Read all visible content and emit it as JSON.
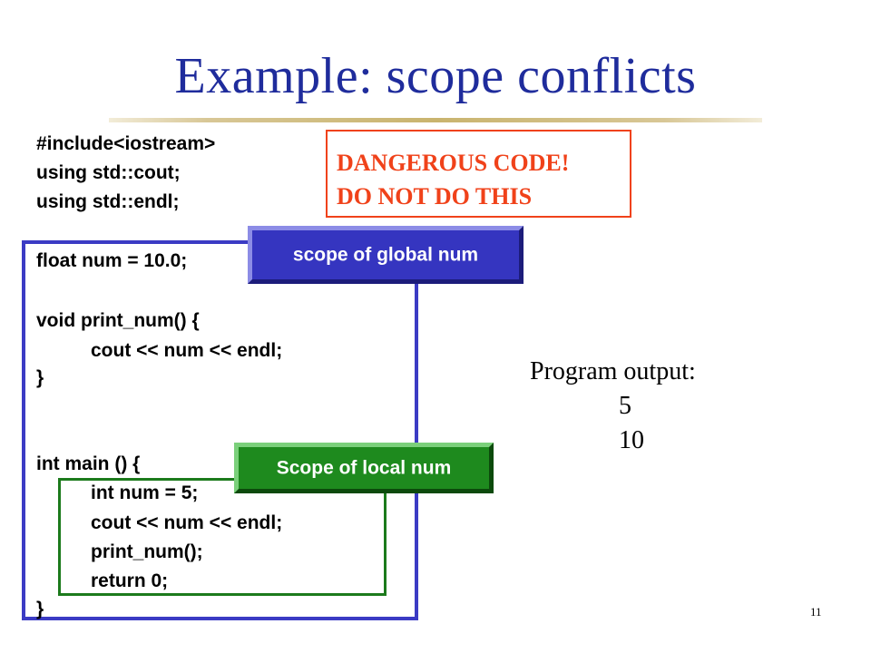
{
  "title": "Example: scope conflicts",
  "code": {
    "include": "#include<iostream>",
    "using_cout": "using std::cout;",
    "using_endl": "using std::endl;",
    "global_decl": "float num = 10.0;",
    "func_sig": "void print_num() {",
    "func_body": "cout << num << endl;",
    "func_close": "}",
    "main_sig": "int main () {",
    "main_local": "int num = 5;",
    "main_cout": "cout << num << endl;",
    "main_call": "print_num();",
    "main_return": "return 0;",
    "main_close": "}"
  },
  "warning": {
    "line1": "DANGEROUS CODE!",
    "line2": "DO NOT DO THIS"
  },
  "labels": {
    "global_scope": "scope of global num",
    "local_scope": "Scope of local num"
  },
  "output": {
    "heading": "Program output:",
    "values": [
      "5",
      "10"
    ]
  },
  "page_number": "11",
  "colors": {
    "title": "#1f2c9c",
    "global_scope": "#3535c0",
    "local_scope": "#1e8a1e",
    "warning": "#f0421a"
  }
}
